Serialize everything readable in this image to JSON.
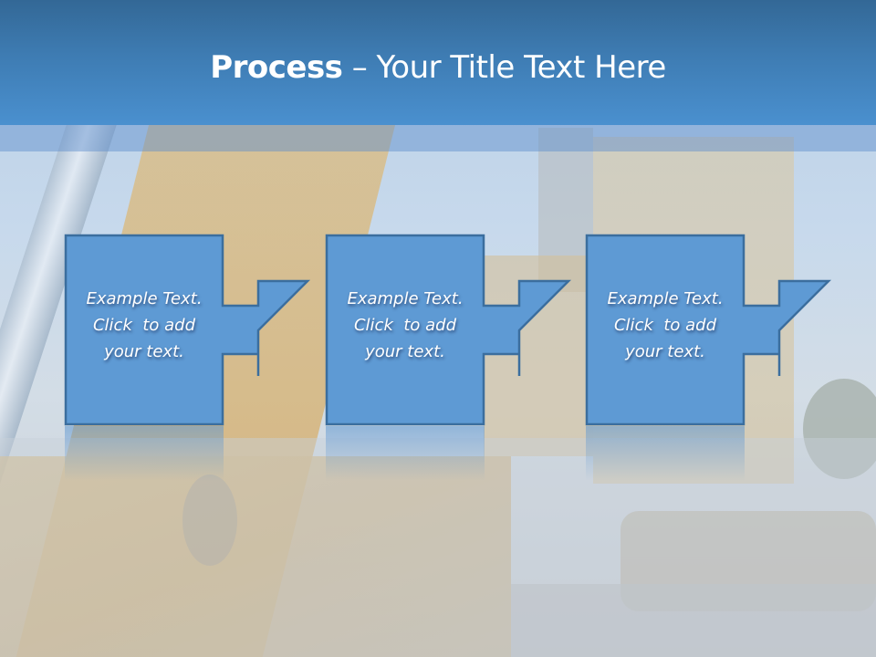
{
  "slide": {
    "title": {
      "bold": "Process",
      "rest": " – Your Title Text Here"
    },
    "colors": {
      "header_top": "#336896",
      "header_bottom": "#4a90cf",
      "shape_fill": "#5e9ad4",
      "shape_border": "#3b6e9e",
      "text": "#ffffff"
    },
    "steps": [
      {
        "line1": "Example Text.",
        "line2": "Click  to add",
        "line3": "your text."
      },
      {
        "line1": "Example Text.",
        "line2": "Click  to add",
        "line3": "your text."
      },
      {
        "line1": "Example Text.",
        "line2": "Click  to add",
        "line3": "your text."
      }
    ],
    "background": "excavator-photo"
  }
}
